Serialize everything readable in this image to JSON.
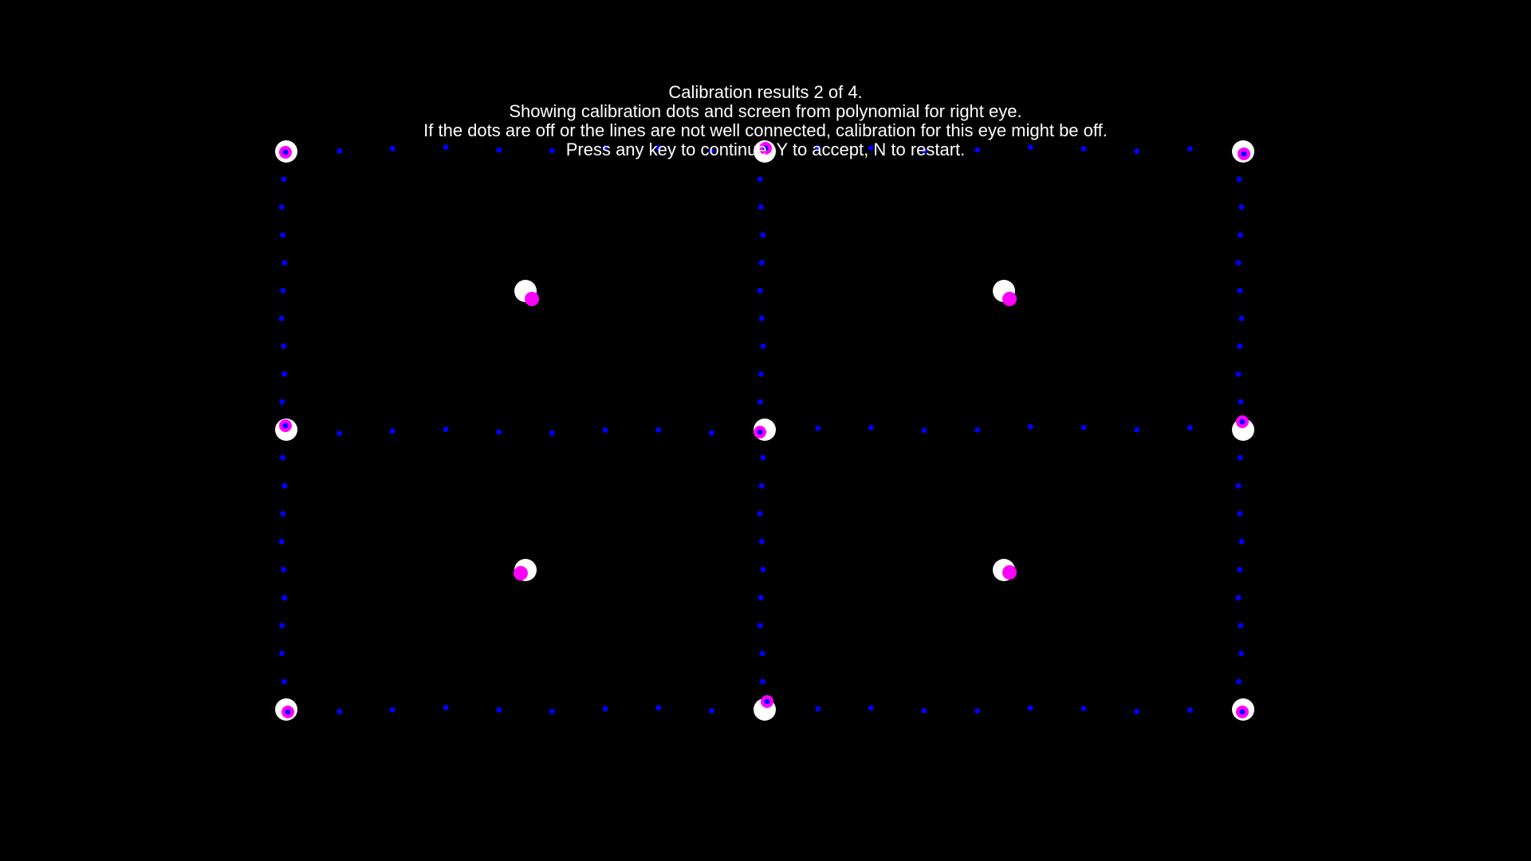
{
  "screen": {
    "background_color": "#000000",
    "message_lines": [
      "Calibration results 2 of 4.",
      "Showing calibration dots and screen from polynomial for right eye.",
      "If the dots are off or the lines are not well connected, calibration for this eye might be off.",
      "Press any key to continue, Y to accept, N to restart."
    ]
  },
  "colors": {
    "target": "#ffffff",
    "gaze_estimate": "#ff00ff",
    "screen_grid_dots": "#0000ff"
  },
  "calibration": {
    "eye": "right",
    "result_index": 2,
    "result_count": 4,
    "accept_key": "Y",
    "restart_key": "N"
  }
}
